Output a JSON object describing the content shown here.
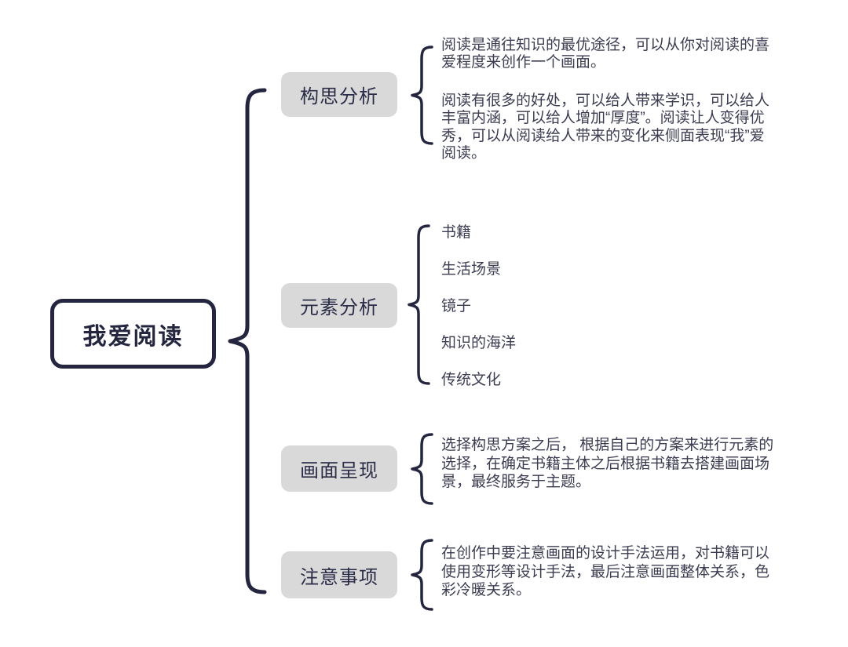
{
  "root": {
    "label": "我爱阅读"
  },
  "branches": [
    {
      "label": "构思分析",
      "paragraphs": [
        "阅读是通往知识的最优途径，可以从你对阅读的喜爱程度来创作一个画面。",
        "阅读有很多的好处，可以给人带来学识，可以给人丰富内涵，可以给人增加“厚度”。阅读让人变得优秀，可以从阅读给人带来的变化来侧面表现“我”爱阅读。"
      ]
    },
    {
      "label": "元素分析",
      "items": [
        "书籍",
        "生活场景",
        "镜子",
        "知识的海洋",
        "传统文化"
      ]
    },
    {
      "label": "画面呈现",
      "paragraphs": [
        "选择构思方案之后， 根据自己的方案来进行元素的选择，在确定书籍主体之后根据书籍去搭建画面场景，最终服务于主题。"
      ]
    },
    {
      "label": "注意事项",
      "paragraphs": [
        "在创作中要注意画面的设计手法运用，对书籍可以使用变形等设计手法，最后注意画面整体关系，色彩冷暖关系。"
      ]
    }
  ],
  "colors": {
    "ink": "#24253f",
    "label_box_fill": "#d9d9d9",
    "body_text": "#3c3d52",
    "background": "#ffffff"
  }
}
